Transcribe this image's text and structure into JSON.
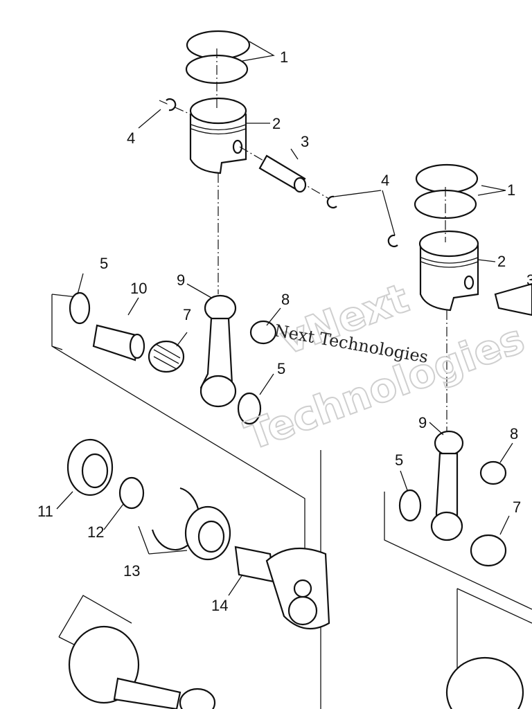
{
  "diagram": {
    "title": "Piston and crankshaft exploded parts diagram",
    "callouts": [
      "1",
      "2",
      "3",
      "4",
      "4",
      "1",
      "2",
      "5",
      "10",
      "9",
      "8",
      "7",
      "5",
      "9",
      "8",
      "5",
      "7",
      "11",
      "12",
      "13",
      "14",
      "3"
    ]
  },
  "watermark": {
    "outlined": [
      "vNext",
      "Technologies"
    ],
    "serif": "Next Technologies"
  }
}
